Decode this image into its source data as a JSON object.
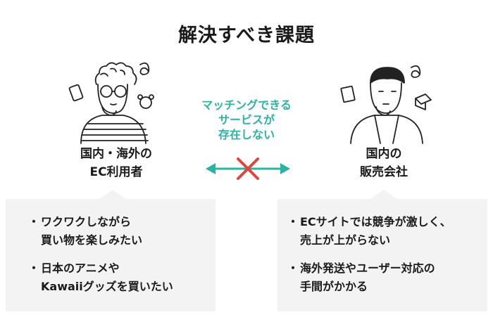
{
  "title": "解決すべき課題",
  "left": {
    "label_lines": [
      "国内・海外の",
      "EC利用者"
    ],
    "points": [
      [
        "ワクワクしながら",
        "買い物を楽しみたい"
      ],
      [
        "日本のアニメや",
        "Kawaiiグッズを買いたい"
      ]
    ]
  },
  "right": {
    "label_lines": [
      "国内の",
      "販売会社"
    ],
    "points": [
      [
        "ECサイトでは競争が激しく、",
        "売上が上がらない"
      ],
      [
        "海外発送やユーザー対応の",
        "手間がかかる"
      ]
    ]
  },
  "center": {
    "lines": [
      "マッチングできる",
      "サービスが",
      "存在しない"
    ]
  },
  "colors": {
    "accent": "#2bb3a3",
    "cross": "#e0453c",
    "box": "#f3f3f3"
  }
}
